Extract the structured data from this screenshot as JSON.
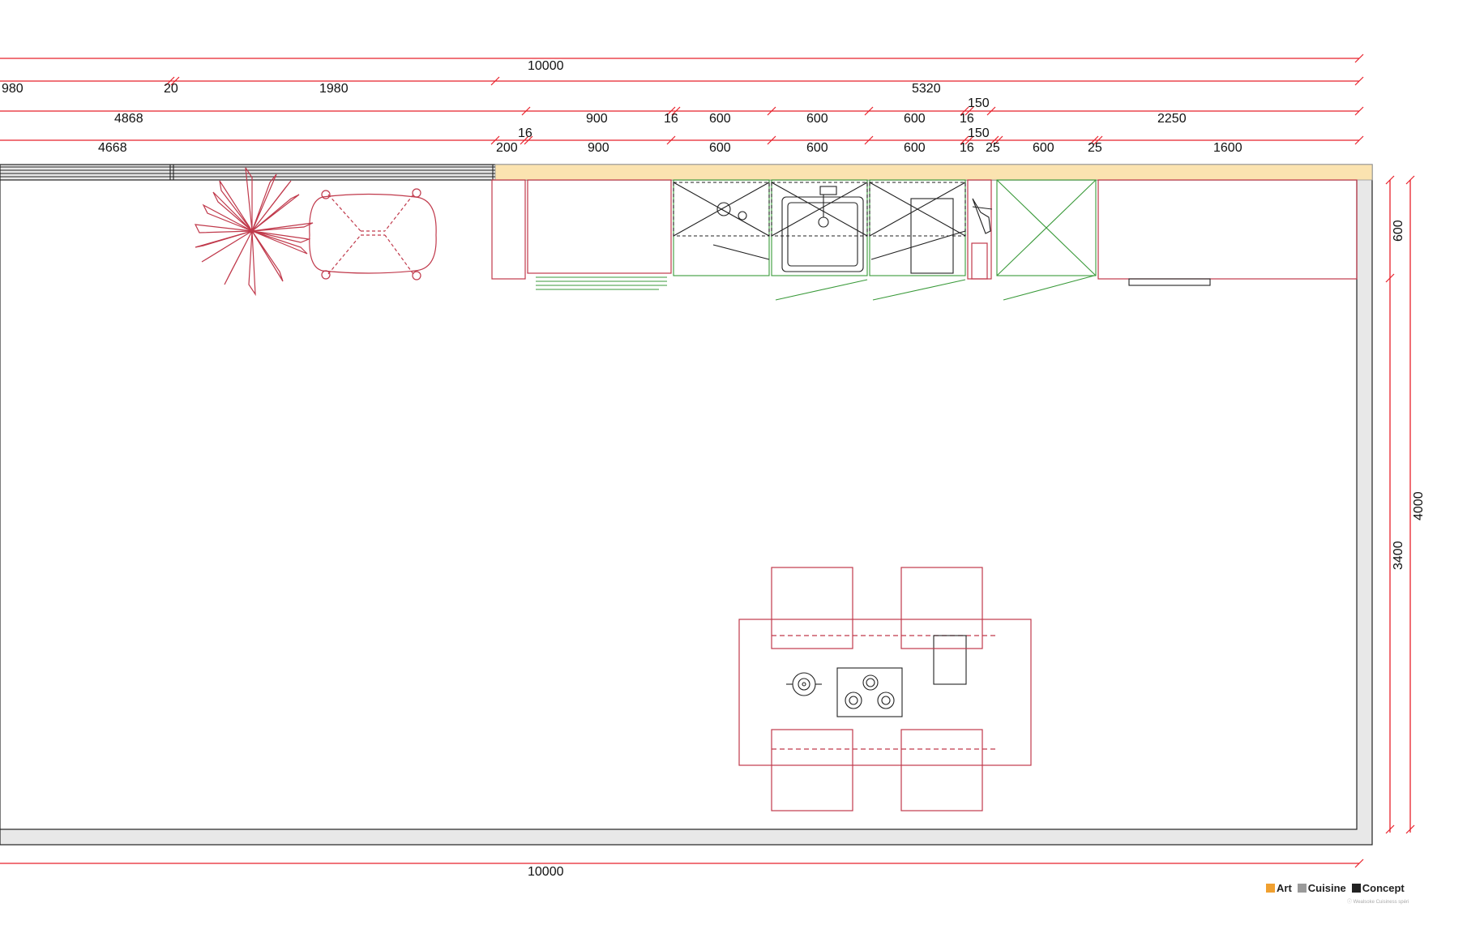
{
  "dimensions": {
    "row0": {
      "total": "10000"
    },
    "row1": {
      "a": "980",
      "b": "20",
      "c": "1980",
      "d": "5320"
    },
    "row2": {
      "a": "4868",
      "b": "900",
      "c": "16",
      "d": "600",
      "e": "600",
      "f": "600",
      "g": "150",
      "h": "16",
      "i": "2250"
    },
    "row3": {
      "a": "4668",
      "b": "16",
      "c": "200",
      "d": "900",
      "e": "600",
      "f": "600",
      "g": "600",
      "h": "150",
      "i": "16",
      "j": "25",
      "k": "600",
      "l": "25",
      "m": "1600"
    },
    "bottom": {
      "total": "10000"
    },
    "right": {
      "upper": "600",
      "lower": "3400",
      "total": "4000"
    }
  },
  "legend": {
    "items": [
      {
        "label": "Art",
        "color": "#f0a030"
      },
      {
        "label": "Cuisine",
        "color": "#9a9a9a"
      },
      {
        "label": "Concept",
        "color": "#222222"
      }
    ]
  },
  "credit": "ⓘ Wealsoke Cuisiness spéri",
  "colors": {
    "dimension": "#e8202a",
    "furniture": "#c0394b",
    "cabinet": "#3a9a3a",
    "worktop": "#fbe3b0",
    "wall": "#e8e8e8"
  }
}
